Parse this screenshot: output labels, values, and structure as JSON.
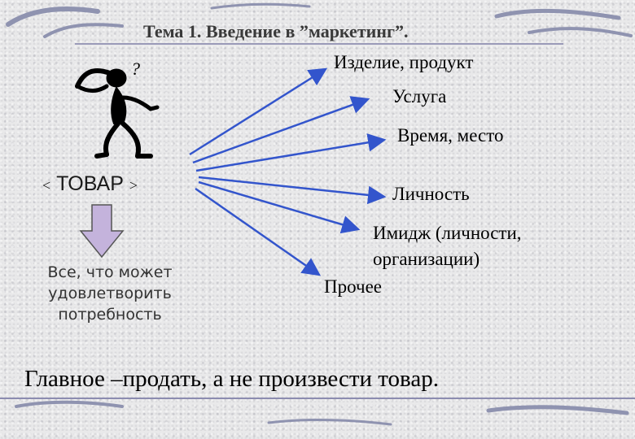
{
  "title": "Тема 1. Введение в ”маркетинг”.",
  "items": [
    "Изделие, продукт",
    "Услуга",
    "Время, место",
    "Личность",
    "Имидж (личности,",
    "организации)",
    "Прочее"
  ],
  "tovar": {
    "left_bracket": "<",
    "label": "ТОВАР",
    "right_bracket": ">"
  },
  "description": [
    "Все, что может",
    "удовлетворить",
    "потребность"
  ],
  "main_statement": "Главное –продать, а не произвести товар.",
  "figure_question_mark": "?",
  "colors": {
    "arrow": "#3355cc",
    "down_arrow": "#c4b3dc",
    "title_line": "#9a9ab8"
  }
}
